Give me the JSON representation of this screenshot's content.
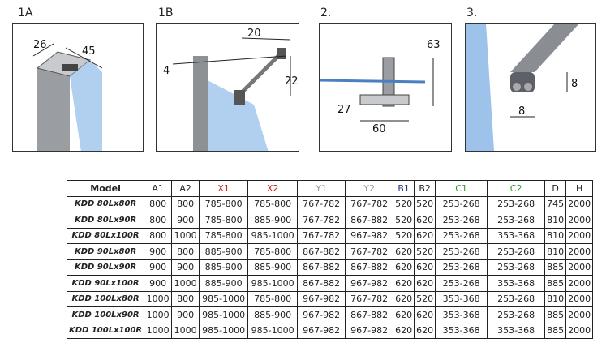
{
  "figures": [
    {
      "label": "1A",
      "dims": [
        "26",
        "45"
      ]
    },
    {
      "label": "1B",
      "dims": [
        "20",
        "4",
        "22"
      ]
    },
    {
      "label": "2.",
      "dims": [
        "63",
        "27",
        "60"
      ]
    },
    {
      "label": "3.",
      "dims": [
        "8",
        "8"
      ]
    }
  ],
  "table": {
    "headers": [
      "Model",
      "A1",
      "A2",
      "X1",
      "X2",
      "Y1",
      "Y2",
      "B1",
      "B2",
      "C1",
      "C2",
      "D",
      "H"
    ],
    "header_colors": [
      "#222222",
      "#222222",
      "#222222",
      "#cc2222",
      "#cc2222",
      "#999999",
      "#999999",
      "#223388",
      "#222222",
      "#339933",
      "#339933",
      "#222222",
      "#222222"
    ],
    "rows": [
      [
        "KDD 80Lx80R",
        "800",
        "800",
        "785-800",
        "785-800",
        "767-782",
        "767-782",
        "520",
        "520",
        "253-268",
        "253-268",
        "745",
        "2000"
      ],
      [
        "KDD 80Lx90R",
        "800",
        "900",
        "785-800",
        "885-900",
        "767-782",
        "867-882",
        "520",
        "620",
        "253-268",
        "253-268",
        "810",
        "2000"
      ],
      [
        "KDD 80Lx100R",
        "800",
        "1000",
        "785-800",
        "985-1000",
        "767-782",
        "967-982",
        "520",
        "620",
        "253-268",
        "353-368",
        "810",
        "2000"
      ],
      [
        "KDD 90Lx80R",
        "900",
        "800",
        "885-900",
        "785-800",
        "867-882",
        "767-782",
        "620",
        "520",
        "253-268",
        "253-268",
        "810",
        "2000"
      ],
      [
        "KDD 90Lx90R",
        "900",
        "900",
        "885-900",
        "885-900",
        "867-882",
        "867-882",
        "620",
        "620",
        "253-268",
        "253-268",
        "885",
        "2000"
      ],
      [
        "KDD 90Lx100R",
        "900",
        "1000",
        "885-900",
        "985-1000",
        "867-882",
        "967-982",
        "620",
        "620",
        "253-268",
        "353-368",
        "885",
        "2000"
      ],
      [
        "KDD 100Lx80R",
        "1000",
        "800",
        "985-1000",
        "785-800",
        "967-982",
        "767-782",
        "620",
        "520",
        "353-368",
        "253-268",
        "810",
        "2000"
      ],
      [
        "KDD 100Lx90R",
        "1000",
        "900",
        "985-1000",
        "885-900",
        "967-982",
        "867-882",
        "620",
        "620",
        "353-368",
        "253-268",
        "885",
        "2000"
      ],
      [
        "KDD 100Lx100R",
        "1000",
        "1000",
        "985-1000",
        "985-1000",
        "967-982",
        "967-982",
        "620",
        "620",
        "353-368",
        "353-368",
        "885",
        "2000"
      ]
    ]
  }
}
